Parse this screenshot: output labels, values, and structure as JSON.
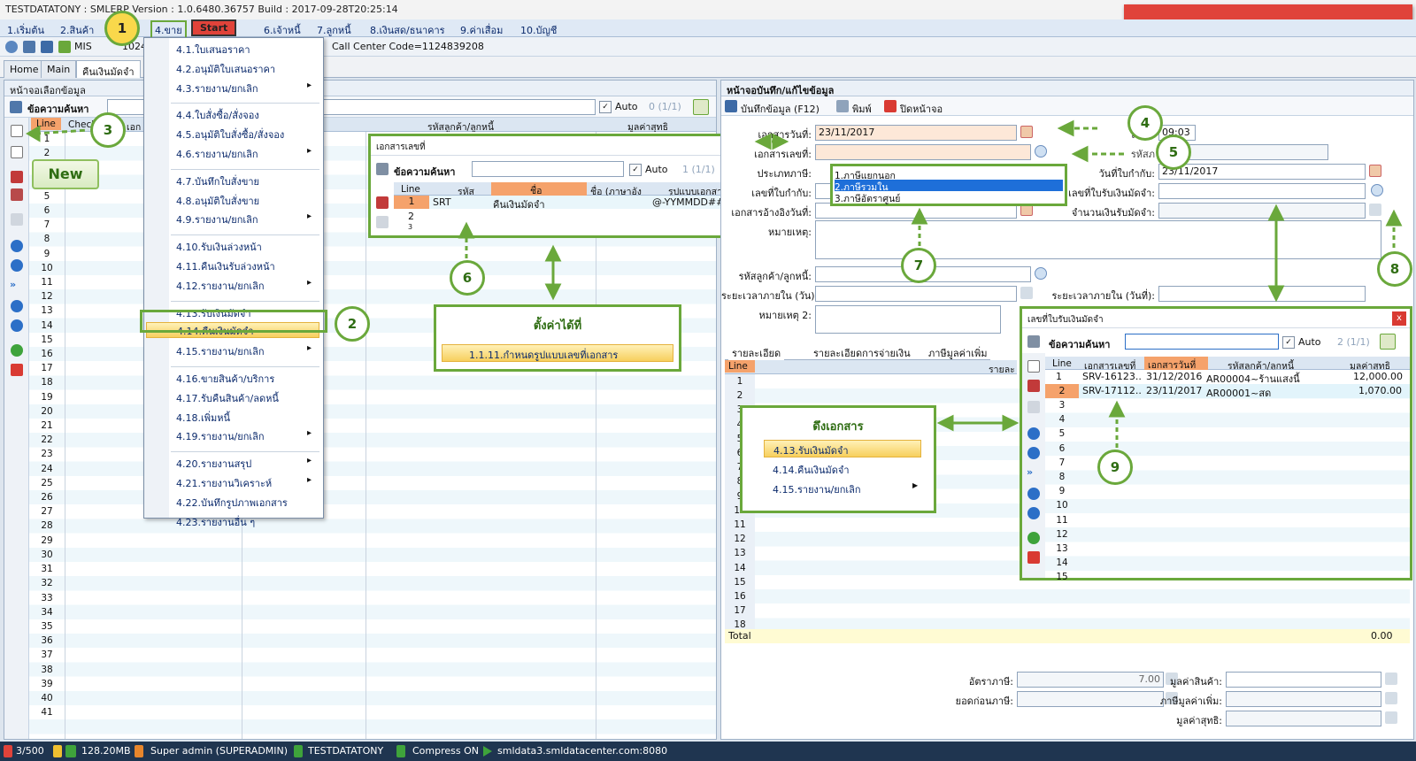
{
  "title": "TESTDATATONY : SMLERP Version : 1.0.6480.36757  Build : 2017-09-28T20:25:14",
  "banner": "คืนรับเงินมัดจำ page 1",
  "menu": [
    "1.เริ่มต้น",
    "2.สินค้า",
    "4.ขาย",
    "Start",
    "6.เจ้าหนี้",
    "7.ลูกหนี้",
    "8.เงินสด/ธนาคาร",
    "9.ค่าเสื่อม",
    "10.บัญชี"
  ],
  "toolbar": {
    "mis": "MIS",
    "num": "1024",
    "callcenter": "Call Center Code=1124839208"
  },
  "tabs": [
    "Home",
    "Main",
    "คืนเงินมัดจำ"
  ],
  "left": {
    "header": "หน้าจอเลือกข้อมูล",
    "search_label": "ข้อความค้นหา",
    "auto": "Auto",
    "count": "0 (1/1)",
    "cols": [
      "Line",
      "Check",
      "เอก",
      "รหัสลูกค้า/ลูกหนี้",
      "มูลค่าสุทธิ"
    ],
    "new": "New"
  },
  "sale_menu": [
    "4.1.ใบเสนอราคา",
    "4.2.อนุมัติใบเสนอราคา",
    "4.3.รายงาน/ยกเลิก",
    "4.4.ใบสั่งซื้อ/สั่งจอง",
    "4.5.อนุมัติใบสั่งซื้อ/สั่งจอง",
    "4.6.รายงาน/ยกเลิก",
    "4.7.บันทึกใบสั่งขาย",
    "4.8.อนุมัติใบสั่งขาย",
    "4.9.รายงาน/ยกเลิก",
    "4.10.รับเงินล่วงหน้า",
    "4.11.คืนเงินรับล่วงหน้า",
    "4.12.รายงาน/ยกเลิก",
    "4.13.รับเงินมัดจำ",
    "4.14.คืนเงินมัดจำ",
    "4.15.รายงาน/ยกเลิก",
    "4.16.ขายสินค้า/บริการ",
    "4.17.รับคืนสินค้า/ลดหนี้",
    "4.18.เพิ่มหนี้",
    "4.19.รายงาน/ยกเลิก",
    "4.20.รายงานสรุป",
    "4.21.รายงานวิเคราะห์",
    "4.22.บันทึกรูปภาพเอกสาร",
    "4.23.รายงานอื่น ๆ"
  ],
  "doc_popup": {
    "title": "เอกสารเลขที่",
    "search_label": "ข้อความค้นหา",
    "auto": "Auto",
    "count": "1 (1/1)",
    "cols": [
      "Line",
      "รหัส",
      "ชื่อ",
      "ชื่อ (ภาษาอัง",
      "รูปแบบเอกสาร"
    ],
    "row": [
      "1",
      "SRT",
      "คืนเงินมัดจำ",
      "",
      "@-YYMMDD####"
    ]
  },
  "setting_box": {
    "title": "ตั้งค่าได้ที่",
    "item": "1.1.11.กำหนดรูปแบบเลขที่เอกสาร"
  },
  "pull_box": {
    "title": "ดึงเอกสาร",
    "items": [
      "4.13.รับเงินมัดจำ",
      "4.14.คืนเงินมัดจำ",
      "4.15.รายงาน/ยกเลิก"
    ]
  },
  "right": {
    "header": "หน้าจอบันทึก/แก้ไขข้อมูล",
    "save": "บันทึกข้อมูล (F12)",
    "print": "พิมพ์",
    "close": "ปิดหน้าจอ",
    "doc_date_label": "เอกสารวันที่:",
    "doc_date": "23/11/2017",
    "time_label": "เวลา:",
    "time": "09:03",
    "doc_no_label": "เอกสารเลขที่:",
    "tax_type_label": "ประเภทภาษี:",
    "tax_options": [
      "1.ภาษีแยกนอก",
      "2.ภาษีรวมใน",
      "3.ภาษีอัตราศูนย์"
    ],
    "tax_no_label": "เลขที่ใบกำกับ:",
    "tax_no_date_label": "วันที่ใบกำกับ:",
    "tax_no_date": "23/11/2017",
    "ref_label": "เอกสารอ้างอิงวันที่:",
    "deposit_no_label": "เลขที่ใบรับเงินมัดจำ:",
    "deposit_amt_label": "จำนวนเงินรับมัดจำ:",
    "remark_label": "หมายเหตุ:",
    "customer_label": "รหัสลูกค้า/ลูกหนี้:",
    "period_label": "ระยะเวลาภายใน (วัน):",
    "period_date_label": "ระยะเวลาภายใน (วันที่):",
    "remark2_label": "หมายเหตุ 2:",
    "tabs": [
      "รายละเอียด",
      "รายละเอียดการจ่ายเงิน",
      "ภาษีมูลค่าเพิ่ม"
    ],
    "grid_cols": [
      "Line",
      "รายละ"
    ],
    "total_label": "Total",
    "total": "0.00",
    "vat_rate_label": "อัตราภาษี:",
    "vat_rate": "7.00",
    "before_vat_label": "ยอดก่อนภาษี:",
    "goods_value_label": "มูลค่าสินค้า:",
    "vat_label": "ภาษีมูลค่าเพิ่ม:",
    "net_label": "มูลค่าสุทธิ:"
  },
  "deposit_popup": {
    "title": "เลขที่ใบรับเงินมัดจำ",
    "search_label": "ข้อความค้นหา",
    "auto": "Auto",
    "count": "2 (1/1)",
    "cols": [
      "Line",
      "เอกสารเลขที่",
      "เอกสารวันที่",
      "รหัสลูกค้า/ลูกหนี้",
      "มูลค่าสุทธิ"
    ],
    "rows": [
      [
        "1",
        "SRV-16123..",
        "31/12/2016",
        "AR00004~ร้านแสงนี้",
        "12,000.00"
      ],
      [
        "2",
        "SRV-17112..",
        "23/11/2017",
        "AR00001~สด",
        "1,070.00"
      ]
    ]
  },
  "status": {
    "count": "3/500",
    "mem": "128.20MB",
    "user": "Super admin (SUPERADMIN)",
    "db": "TESTDATATONY",
    "compress": "Compress ON",
    "server": "smldata3.smldatacenter.com:8080"
  },
  "colors": {
    "accent": "#6aa83b",
    "banner": "#e0433a",
    "highlight": "#f7cf5e",
    "statusbar": "#1f3550"
  }
}
